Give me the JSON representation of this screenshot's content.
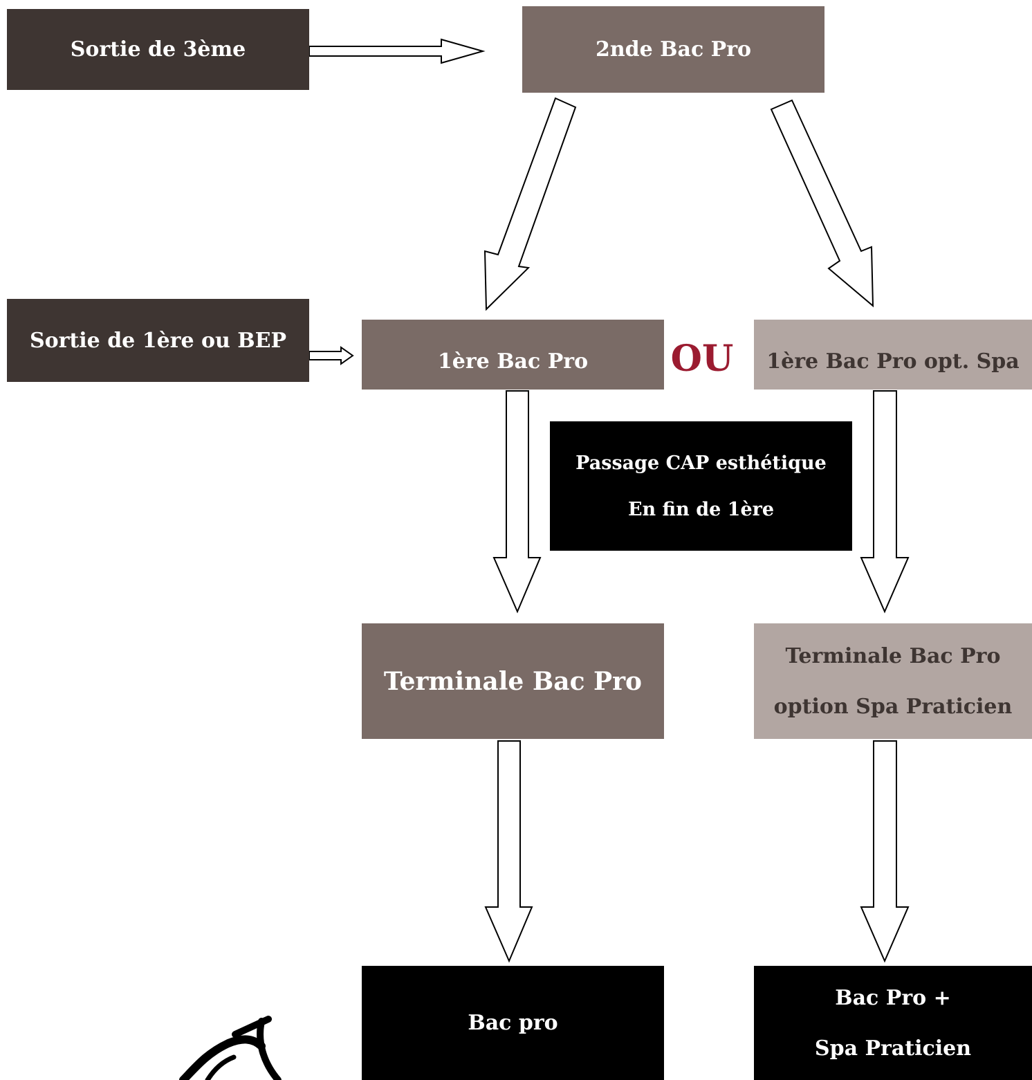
{
  "nodes": {
    "sortie_3eme": "Sortie de 3ème",
    "seconde": "2nde Bac Pro",
    "sortie_1ere": "Sortie de 1ère ou BEP",
    "premiere": "1ère Bac Pro",
    "premiere_spa": "1ère Bac Pro opt. Spa",
    "cap": {
      "line1": "Passage CAP esthétique",
      "line2": "En fin de 1ère"
    },
    "terminale": "Terminale Bac Pro",
    "terminale_spa": {
      "line1": "Terminale Bac Pro",
      "line2": "option Spa Praticien"
    },
    "bac_pro": "Bac pro",
    "bac_pro_spa": {
      "line1": "Bac Pro +",
      "line2": "Spa Praticien"
    }
  },
  "separator": "OU",
  "colors": {
    "dark": "#3e3532",
    "mid": "#7a6b66",
    "light": "#b2a6a2",
    "black": "#000000",
    "ou": "#9b1b30"
  }
}
